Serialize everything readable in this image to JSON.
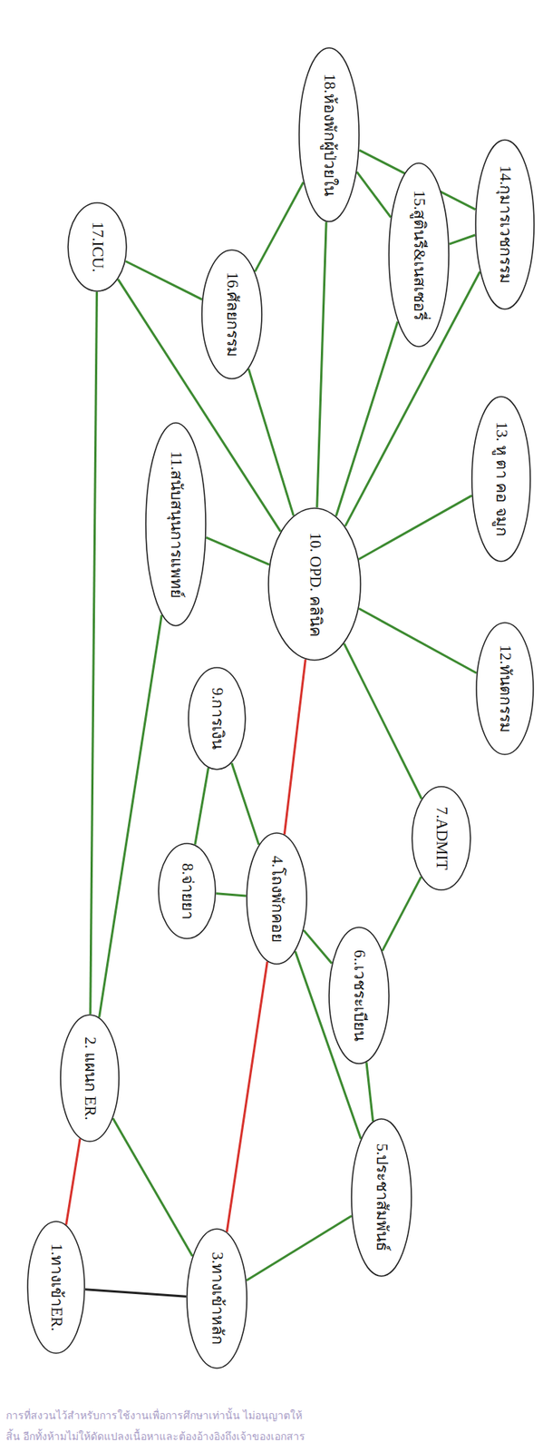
{
  "diagram": {
    "nodes": [
      {
        "text": [
          "1.ทางเข้าER."
        ]
      },
      {
        "text": [
          "2. แผนก ER."
        ]
      },
      {
        "text": [
          "3.ทางเข้าหลัก"
        ]
      },
      {
        "text": [
          "4.โถงพักคอย"
        ]
      },
      {
        "text": [
          "5.ประชาสัมพันธ์"
        ]
      },
      {
        "text": [
          "6..เวชระเบียน"
        ]
      },
      {
        "text": [
          "7.ADMIT"
        ]
      },
      {
        "text": [
          "8.จ่ายยา"
        ]
      },
      {
        "text": [
          "9.การเงิน"
        ]
      },
      {
        "text": [
          "10. OPD. คลินิค"
        ]
      },
      {
        "text": [
          "11.สนับสนุนการแพทย์"
        ]
      },
      {
        "text": [
          "12.ทันตกรรม"
        ]
      },
      {
        "text": [
          "13. หู ตา คอ จมูก"
        ]
      },
      {
        "text": [
          "14.กุมารเวชกรรม"
        ]
      },
      {
        "text": [
          "15.สูตินรี&เนสเซอรี่"
        ]
      },
      {
        "text": [
          "16.ศัลยกรรม"
        ]
      },
      {
        "text": [
          "17.ICU."
        ]
      },
      {
        "text": [
          "18.ห้องพักผู้ป่วยใน"
        ]
      }
    ],
    "edges": [
      {
        "from": 0,
        "to": 1,
        "arrow": "none"
      },
      {
        "from": 0,
        "to": 2,
        "arrow": "none"
      },
      {
        "from": 1,
        "to": 2,
        "arrow": "none"
      },
      {
        "from": 1,
        "to": 10,
        "arrow": "none"
      },
      {
        "from": 1,
        "to": 16,
        "arrow": "none"
      },
      {
        "from": 2,
        "to": 3,
        "arrow": "none"
      },
      {
        "from": 2,
        "to": 4,
        "arrow": "none"
      },
      {
        "from": 3,
        "to": 9,
        "arrow": "none"
      },
      {
        "from": 3,
        "to": 4,
        "arrow": "none"
      },
      {
        "from": 3,
        "to": 5,
        "arrow": "none"
      },
      {
        "from": 3,
        "to": 7,
        "arrow": "none"
      },
      {
        "from": 3,
        "to": 8,
        "arrow": "none"
      },
      {
        "from": 7,
        "to": 8,
        "arrow": "none"
      },
      {
        "from": 5,
        "to": 4,
        "arrow": "none"
      },
      {
        "from": 5,
        "to": 6,
        "arrow": "none"
      },
      {
        "from": 6,
        "to": 9,
        "arrow": "none"
      },
      {
        "from": 9,
        "to": 10,
        "arrow": "none"
      },
      {
        "from": 9,
        "to": 16,
        "arrow": "none"
      },
      {
        "from": 9,
        "to": 15,
        "arrow": "none"
      },
      {
        "from": 9,
        "to": 17,
        "arrow": "none"
      },
      {
        "from": 9,
        "to": 14,
        "arrow": "none"
      },
      {
        "from": 9,
        "to": 13,
        "arrow": "none"
      },
      {
        "from": 9,
        "to": 12,
        "arrow": "none"
      },
      {
        "from": 9,
        "to": 11,
        "arrow": "none"
      },
      {
        "from": 15,
        "to": 16,
        "arrow": "none"
      },
      {
        "from": 15,
        "to": 17,
        "arrow": "none"
      },
      {
        "from": 17,
        "to": 14,
        "arrow": "none"
      },
      {
        "from": 17,
        "to": 13,
        "arrow": "none"
      },
      {
        "from": 14,
        "to": 13,
        "arrow": "none"
      }
    ],
    "labels": [
      "การที่สงวนไว้สำหรับการใช้งานเพื่อการศึกษาเท่านั้น ไม่อนุญาตให้",
      "สิ้น อีกทั้งห้ามไม่ให้ดัดแปลงเนื้อหาและต้องอ้างอิงถึงเจ้าของเอกสาร"
    ]
  }
}
